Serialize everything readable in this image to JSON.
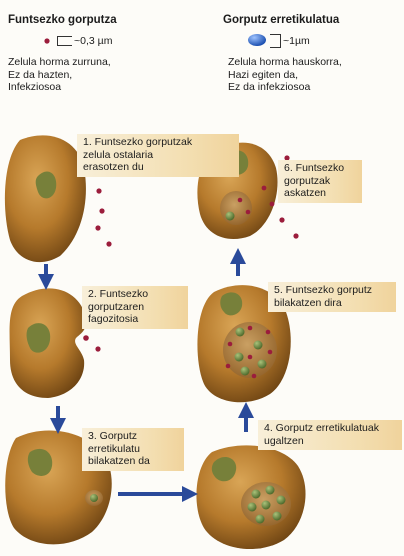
{
  "left_column": {
    "title": "Funtsezko gorputza",
    "size": "~0,3 µm",
    "description": [
      "Zelula horma zurruna,",
      "Ez da hazten,",
      "Infekziosoa"
    ]
  },
  "right_column": {
    "title": "Gorputz erretikulatua",
    "size": "~1µm",
    "description": [
      "Zelula horma hauskorra,",
      "Hazi egiten da,",
      "Ez da infekziosoa"
    ]
  },
  "steps": [
    {
      "lines": [
        "1. Funtsezko gorputzak",
        "zelula ostalaria",
        "erasotzen du"
      ]
    },
    {
      "lines": [
        "2. Funtsezko",
        "gorputzaren",
        "fagozitosia"
      ]
    },
    {
      "lines": [
        "3. Gorputz",
        "erretikulatu",
        "bilakatzen da"
      ]
    },
    {
      "lines": [
        "4. Gorputz erretikulatuak",
        "ugaltzen"
      ]
    },
    {
      "lines": [
        "5. Funtsezko gorputz",
        "bilakatzen dira"
      ]
    },
    {
      "lines": [
        "6. Funtsezko",
        "gorputzak",
        "askatzen"
      ]
    }
  ],
  "colors": {
    "cell": "#b67a2c",
    "cell_dark": "#6e4413",
    "nucleus": "#77803a",
    "elementary_body": "#9b1d3c",
    "reticulate_body": "#6f8a46",
    "arrow": "#2a4a9a"
  }
}
